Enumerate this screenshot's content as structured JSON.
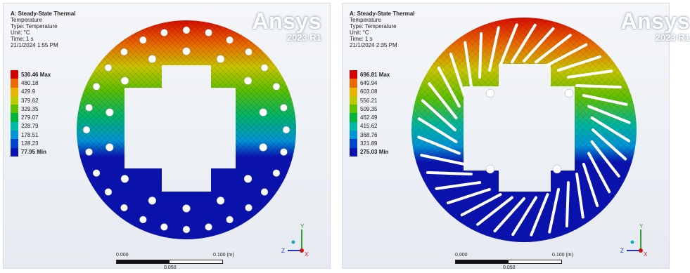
{
  "panels": [
    {
      "info": {
        "title": "A: Steady-State Thermal",
        "result": "Temperature",
        "type": "Type: Temperature",
        "unit": "Unit: °C",
        "time": "Time: 1 s",
        "date": "21/1/2024 1:55 PM"
      },
      "brand": {
        "name": "Ansys",
        "version": "2023 R1"
      },
      "legend": [
        "530.46 Max",
        "480.18",
        "429.9",
        "379.62",
        "329.35",
        "279.07",
        "228.79",
        "178.51",
        "128.23",
        "77.95 Min"
      ],
      "scale": {
        "start": "0.000",
        "end": "0.100 (m)",
        "mid": "0.050"
      },
      "triad": {
        "x": "X",
        "y": "Y",
        "z": "Z"
      }
    },
    {
      "info": {
        "title": "A: Steady-State Thermal",
        "result": "Temperature",
        "type": "Type: Temperature",
        "unit": "Unit: °C",
        "time": "Time: 1 s",
        "date": "21/1/2024 2:35 PM"
      },
      "brand": {
        "name": "Ansys",
        "version": "2023 R1"
      },
      "legend": [
        "696.81 Max",
        "649.94",
        "603.08",
        "556.21",
        "509.35",
        "462.49",
        "415.62",
        "368.76",
        "321.89",
        "275.03 Min"
      ],
      "scale": {
        "start": "0.000",
        "end": "0.100 (m)",
        "mid": "0.050"
      },
      "triad": {
        "x": "X",
        "y": "Y",
        "z": "Z"
      }
    }
  ],
  "colors": {
    "legend_scale": [
      "#d40000",
      "#e86a00",
      "#e9b300",
      "#bcc900",
      "#5fbf00",
      "#00b33c",
      "#00b8a6",
      "#0093d6",
      "#0044cc",
      "#0a12b0"
    ]
  }
}
